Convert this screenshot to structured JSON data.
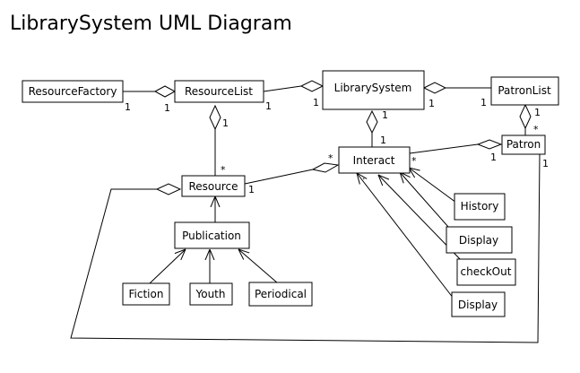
{
  "title": "LibrarySystem UML Diagram",
  "classes": {
    "resource_factory": "ResourceFactory",
    "resource_list": "ResourceList",
    "library_system": "LibrarySystem",
    "patron_list": "PatronList",
    "patron": "Patron",
    "interact": "Interact",
    "resource": "Resource",
    "publication": "Publication",
    "fiction": "Fiction",
    "youth": "Youth",
    "periodical": "Periodical",
    "history": "History",
    "display_1": "Display",
    "checkout": "checkOut",
    "display_2": "Display"
  },
  "multiplicities": {
    "factory_left": "1",
    "factory_right": "1",
    "rlist_right": "1",
    "lsys_left": "1",
    "lsys_right": "1",
    "plist_left": "1",
    "rlist_down": "1",
    "resource_top": "*",
    "lsys_down": "1",
    "interact_top": "1",
    "plist_down": "1",
    "patron_top": "*",
    "patron_left": "1",
    "interact_right": "*",
    "interact_left": "*",
    "resource_right": "1",
    "patron_down": "1",
    "interact_dot": "."
  }
}
